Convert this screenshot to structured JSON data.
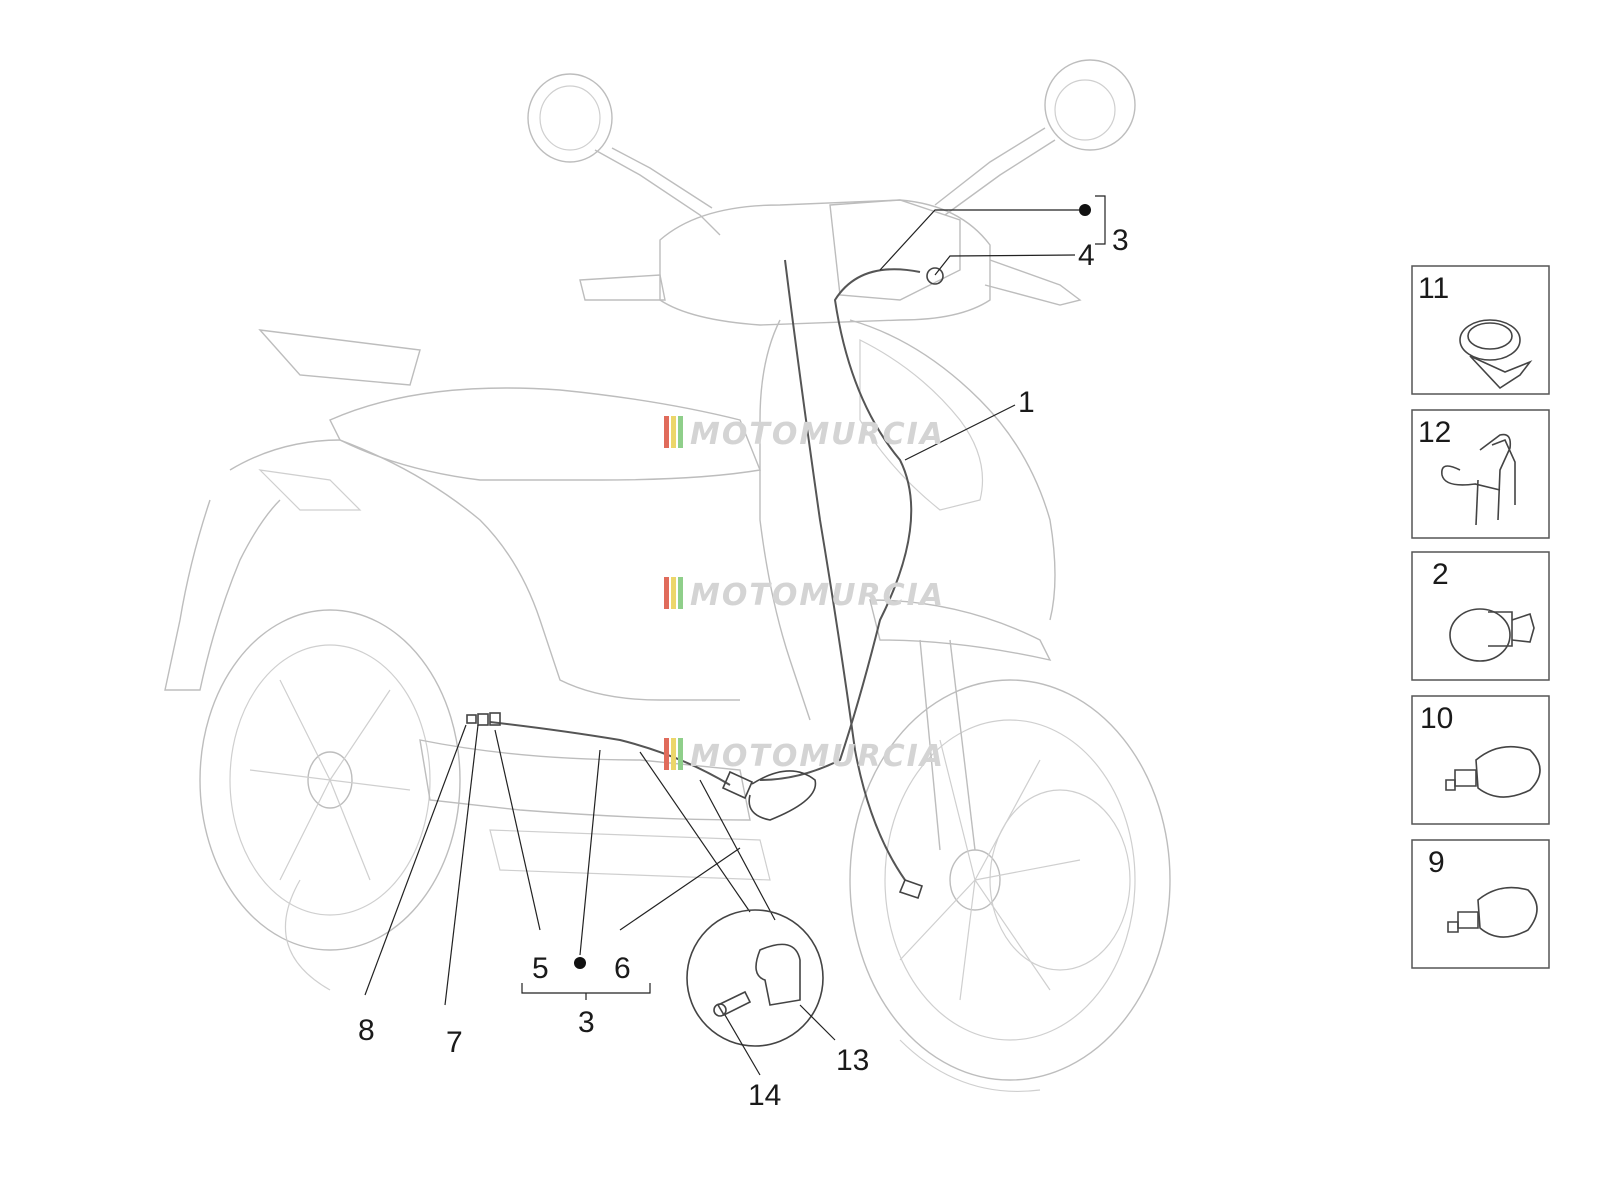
{
  "watermarks": [
    "MOTOMURCIA",
    "MOTOMURCIA",
    "MOTOMURCIA"
  ],
  "callouts": {
    "c1": "1",
    "c3_top": "3",
    "c4": "4",
    "c5": "5",
    "c6": "6",
    "c3_bottom": "3",
    "c7": "7",
    "c8": "8",
    "c13": "13",
    "c14": "14"
  },
  "side_panels": [
    {
      "label": "11",
      "part": "cable-clip-ring-icon"
    },
    {
      "label": "12",
      "part": "wire-clamp-icon"
    },
    {
      "label": "2",
      "part": "cable-guide-icon"
    },
    {
      "label": "10",
      "part": "cable-tie-icon"
    },
    {
      "label": "9",
      "part": "cable-tie-icon"
    }
  ],
  "colors": {
    "line": "#222222",
    "outline": "#bdbdbd",
    "watermark": "#d4d4d4",
    "wm_red": "#e06b5b",
    "wm_yellow": "#ecd66a",
    "wm_green": "#8fcf8a"
  }
}
